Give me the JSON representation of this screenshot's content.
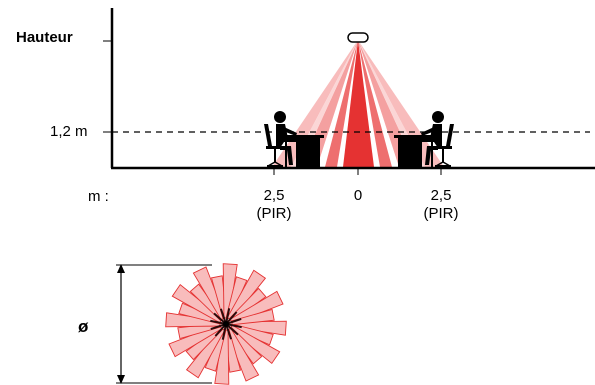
{
  "axis": {
    "height_label": "Hauteur",
    "reference_height": "1,2 m",
    "unit_label": "m :"
  },
  "distances": [
    {
      "value": "2,5",
      "sub": "(PIR)"
    },
    {
      "value": "0",
      "sub": ""
    },
    {
      "value": "2,5",
      "sub": "(PIR)"
    }
  ],
  "footprint": {
    "diameter_symbol": "ø"
  },
  "colors": {
    "cone_light": "#f8bcbc",
    "cone_medium": "#ee6f6f",
    "cone_core": "#e53232",
    "dashed_line": "#000000"
  }
}
